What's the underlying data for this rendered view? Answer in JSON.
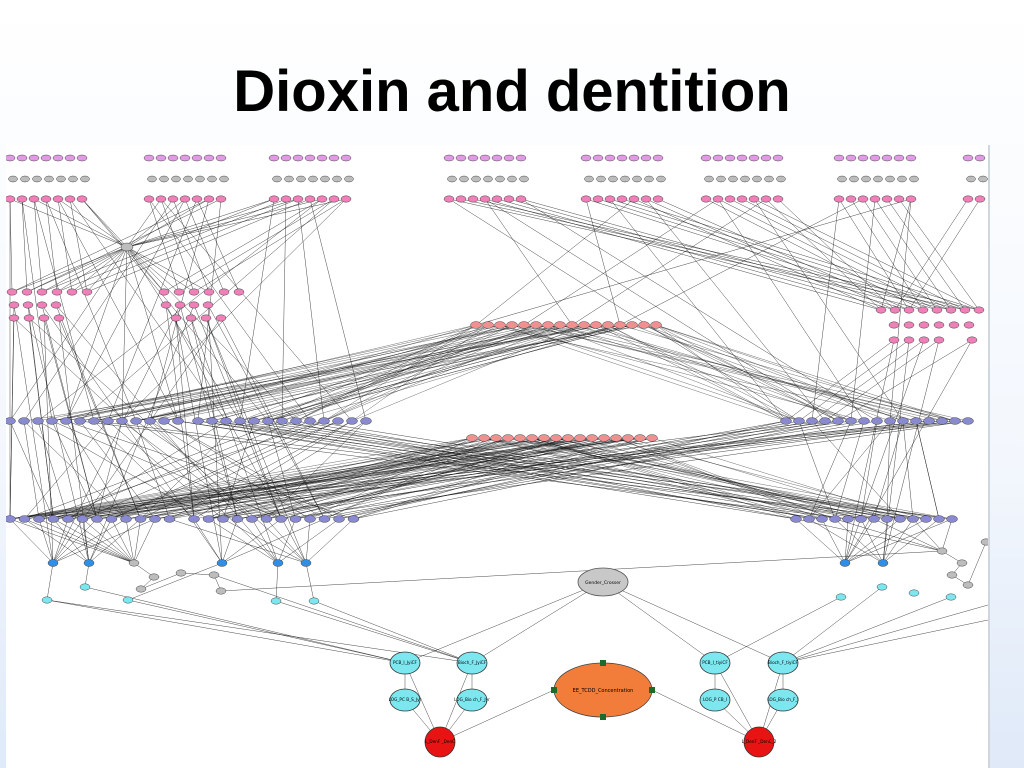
{
  "slide": {
    "title": "Dioxin and dentition"
  },
  "diagram": {
    "central_node": {
      "label": "EE_TCDD_Concentration",
      "color": "#f27d3a"
    },
    "gender_node": {
      "label": "Gender_Crosser",
      "color": "#c8c8c8"
    },
    "mid_nodes": [
      {
        "label": "PCB_I_JyiCF"
      },
      {
        "label": "Bioch_F_JyiCF"
      },
      {
        "label": "PCB_I_tiyiCF"
      },
      {
        "label": "Bioch_F_tiyiCF"
      }
    ],
    "log_nodes": [
      {
        "label": "LOG_PC B_S_Jyr"
      },
      {
        "label": "LOG_Bio ch_F_Jyr"
      },
      {
        "label": "LOG_P CB_I"
      },
      {
        "label": "LOG_Bio ch_F_I"
      }
    ],
    "outcome_nodes": [
      {
        "label": "L_DenF _DenC"
      },
      {
        "label": "L_DenF _DenC_2"
      }
    ],
    "colors": {
      "top_pink": "#e39ae6",
      "row_gray": "#bdbdbd",
      "pink": "#ef80b8",
      "salmon": "#f29090",
      "purple": "#8a8ad2",
      "blue": "#2f8fe6",
      "cyan": "#7de7f0",
      "red": "#e81414",
      "edge": "#111111"
    }
  }
}
